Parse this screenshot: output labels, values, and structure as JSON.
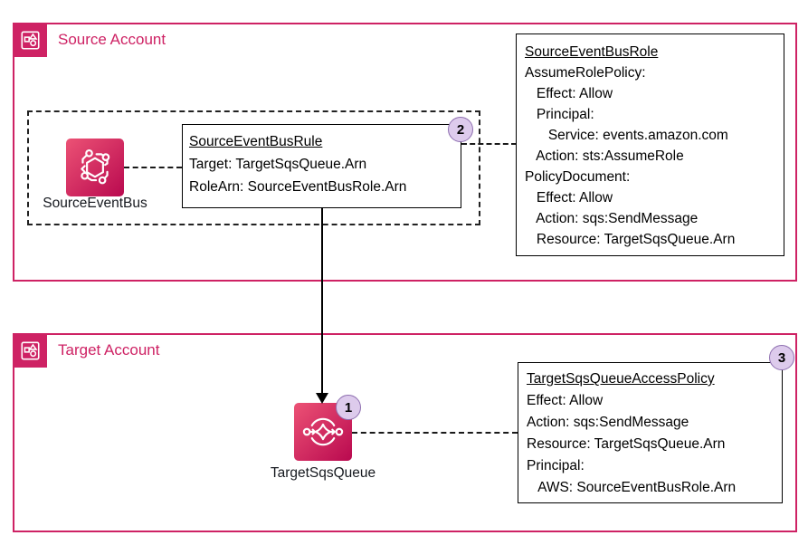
{
  "colors": {
    "pink": "#CE2264",
    "icon_gradient_start": "#EC5275",
    "icon_gradient_end": "#B9094F",
    "badge_fill": "#DDCBEC",
    "badge_border": "#8E6FB0"
  },
  "source_account": {
    "label": "Source Account",
    "event_bus": {
      "label": "SourceEventBus",
      "icon": "eventbridge-icon"
    },
    "rule_box": {
      "badge": "2",
      "title": "SourceEventBusRule",
      "lines": [
        "Target: TargetSqsQueue.Arn",
        "RoleArn: SourceEventBusRole.Arn"
      ]
    },
    "role_box": {
      "title": "SourceEventBusRole",
      "lines": [
        "AssumeRolePolicy:",
        "   Effect: Allow",
        "   Principal:",
        "      Service: events.amazon.com",
        "   Action: sts:AssumeRole",
        "PolicyDocument:",
        "   Effect: Allow",
        "   Action: sqs:SendMessage",
        "   Resource: TargetSqsQueue.Arn"
      ]
    }
  },
  "target_account": {
    "label": "Target Account",
    "sqs_queue": {
      "label": "TargetSqsQueue",
      "badge": "1",
      "icon": "sqs-icon"
    },
    "policy_box": {
      "badge": "3",
      "title": "TargetSqsQueueAccessPolicy",
      "lines": [
        "Effect: Allow",
        "Action: sqs:SendMessage",
        "Resource: TargetSqsQueue.Arn",
        "Principal:",
        "   AWS: SourceEventBusRole.Arn"
      ]
    }
  }
}
